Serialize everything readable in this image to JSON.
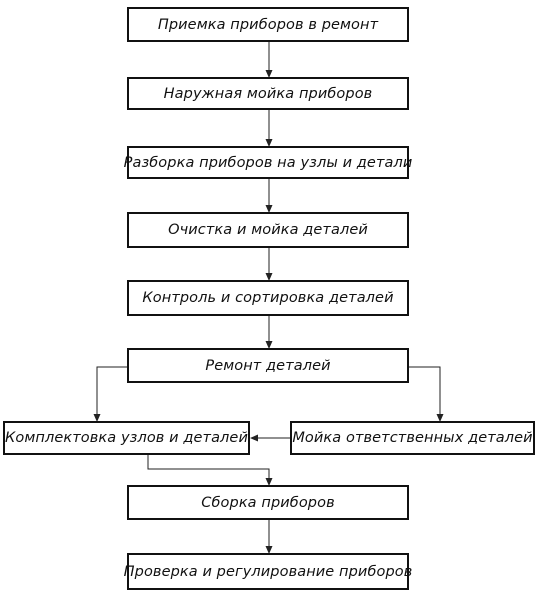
{
  "flowchart": {
    "steps": {
      "receiving": "Приемка приборов в ремонт",
      "external_wash": "Наружная мойка приборов",
      "disassembly": "Разборка приборов на узлы и детали",
      "cleaning": "Очистка и мойка деталей",
      "inspection": "Контроль и сортировка деталей",
      "repair": "Ремонт деталей",
      "kitting": "Комплектовка узлов и деталей",
      "critical_wash": "Мойка ответственных деталей",
      "assembly": "Сборка приборов",
      "testing": "Проверка и регулирование приборов"
    },
    "edges": [
      [
        "receiving",
        "external_wash"
      ],
      [
        "external_wash",
        "disassembly"
      ],
      [
        "disassembly",
        "cleaning"
      ],
      [
        "cleaning",
        "inspection"
      ],
      [
        "inspection",
        "repair"
      ],
      [
        "repair",
        "kitting"
      ],
      [
        "repair",
        "critical_wash"
      ],
      [
        "critical_wash",
        "kitting"
      ],
      [
        "kitting",
        "assembly"
      ],
      [
        "assembly",
        "testing"
      ]
    ]
  }
}
